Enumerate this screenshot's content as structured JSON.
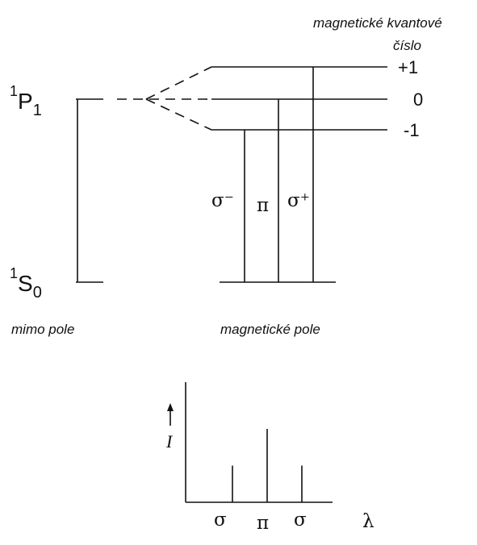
{
  "header": {
    "line1": "magnetické kvantové",
    "line2": "číslo"
  },
  "levels": {
    "upper": {
      "sup": "1",
      "letter": "P",
      "sub": "1"
    },
    "lower": {
      "sup": "1",
      "letter": "S",
      "sub": "0"
    },
    "m_values": [
      "+1",
      "0",
      "-1"
    ]
  },
  "transitions": {
    "sigma_minus": "σ⁻",
    "pi": "π",
    "sigma_plus": "σ⁺"
  },
  "captions": {
    "no_field": "mimo pole",
    "field": "magnetické pole"
  },
  "spectrum": {
    "y_label": "I",
    "x_labels": [
      "σ",
      "π",
      "σ"
    ],
    "x_axis_symbol": "λ",
    "line_intensities": [
      0.5,
      1.0,
      0.5
    ]
  }
}
